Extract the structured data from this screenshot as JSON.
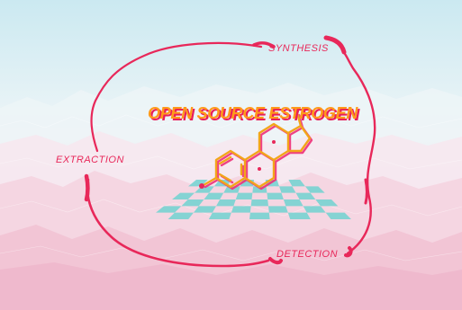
{
  "title": "OPEN SOURCE ESTROGEN",
  "cycle_labels": {
    "synthesis": "SYNTHESIS",
    "extraction": "EXTRACTION",
    "detection": "DETECTION"
  },
  "icons": {
    "molecule": "estrogen-molecule-icon",
    "checkerboard": "checkerboard-floor"
  },
  "colors": {
    "cycle_line": "#e8285a",
    "title_fill": "#ff9a1a",
    "title_shadow": "#e81e5a",
    "molecule": "#f2a51a",
    "molecule_shadow": "#ef2f78",
    "checker": "#78d3d1",
    "sky_top": "#cdebf2",
    "mountains_bottom": "#f2c4d4"
  }
}
